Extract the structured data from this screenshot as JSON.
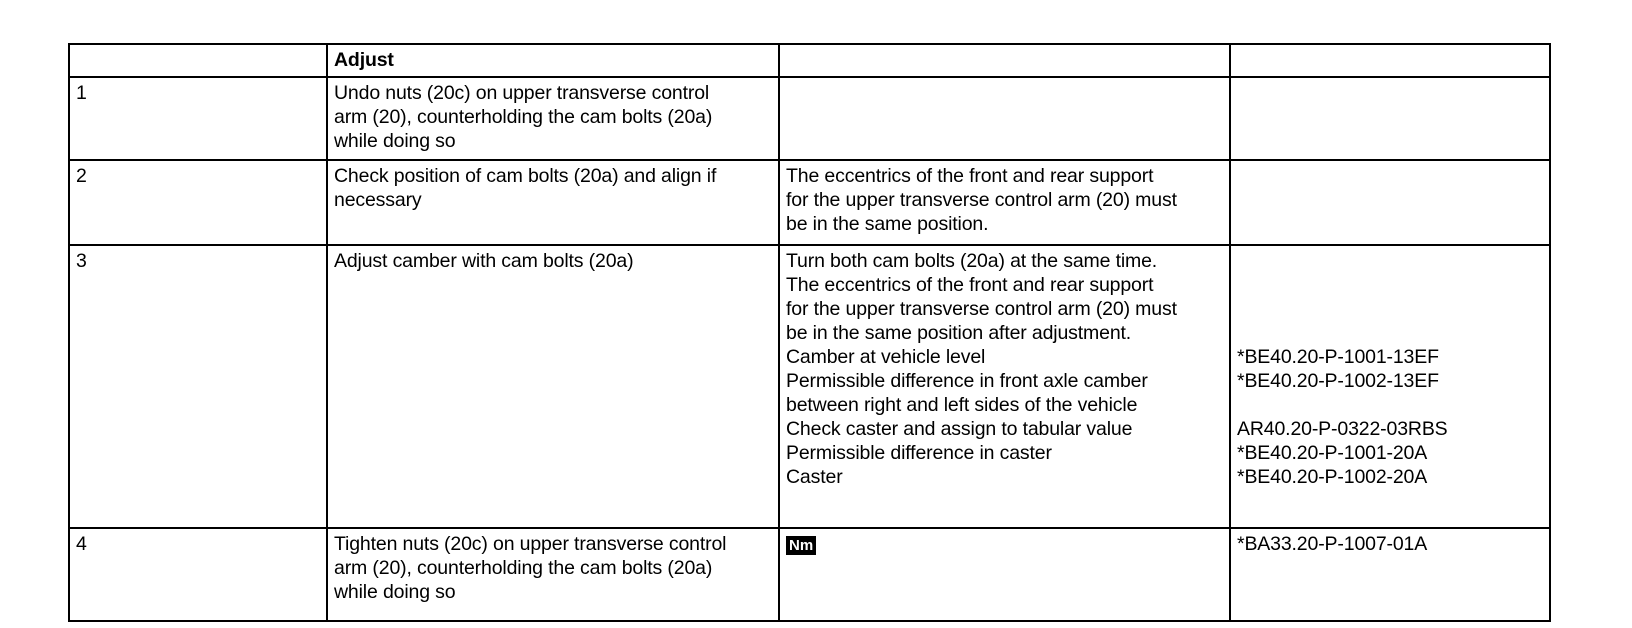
{
  "document": {
    "type": "service-procedure-table",
    "columns": [
      "",
      "Adjust",
      "",
      ""
    ],
    "header": {
      "col1": "",
      "col2": "Adjust",
      "col3": "",
      "col4": ""
    }
  },
  "rows": [
    {
      "step": "1",
      "action_lines": [
        "Undo nuts (20c) on upper transverse control",
        "arm (20), counterholding the cam bolts (20a)",
        "while doing so"
      ],
      "note_lines": [],
      "refs": []
    },
    {
      "step": "2",
      "action_lines": [
        "Check position of cam bolts (20a) and align if",
        "necessary"
      ],
      "note_lines": [
        "The eccentrics of the front and rear support",
        "for the upper transverse control arm (20) must",
        "be in the same position."
      ],
      "refs": []
    },
    {
      "step": "3",
      "action_lines": [
        "Adjust camber with cam bolts (20a)"
      ],
      "note_lines": [
        "Turn both cam bolts (20a) at the same time.",
        "The eccentrics of the front and rear support",
        "for the upper transverse control arm (20) must",
        "be in the same position after adjustment.",
        "Camber at vehicle level",
        "Permissible difference in front axle camber",
        "between right and left sides of the vehicle",
        "Check caster and assign to tabular value",
        "Permissible difference in caster",
        "Caster"
      ],
      "refs": [
        "",
        "",
        "",
        "",
        "*BE40.20-P-1001-13EF",
        "*BE40.20-P-1002-13EF",
        "",
        "AR40.20-P-0322-03RBS",
        "*BE40.20-P-1001-20A",
        "*BE40.20-P-1002-20A"
      ]
    },
    {
      "step": "4",
      "action_lines": [
        "Tighten nuts (20c) on upper transverse control",
        "arm (20), counterholding the cam bolts (20a)",
        "while doing so"
      ],
      "torque_badge": "Nm",
      "note_lines": [],
      "refs": [
        "*BA33.20-P-1007-01A"
      ]
    }
  ],
  "icons": {
    "torque_badge_name": "torque-spec-icon",
    "torque_badge_label": "Nm"
  },
  "colors": {
    "border": "#000000",
    "text": "#000000",
    "background": "#ffffff",
    "badge_background": "#000000",
    "badge_text": "#ffffff"
  }
}
